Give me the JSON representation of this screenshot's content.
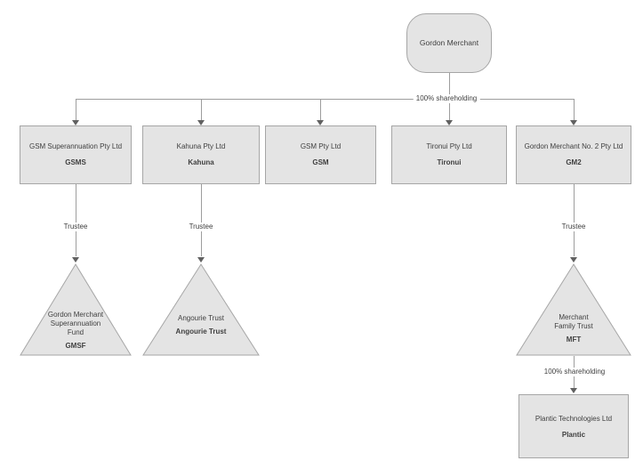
{
  "diagram": {
    "root": {
      "label": "Gordon Merchant"
    },
    "connectors": {
      "shareholding_top": "100% shareholding",
      "shareholding_bottom": "100% shareholding",
      "trustee_1": "Trustee",
      "trustee_2": "Trustee",
      "trustee_3": "Trustee"
    },
    "companies": [
      {
        "name": "GSM Superannuation Pty Ltd",
        "abbr": "GSMS"
      },
      {
        "name": "Kahuna Pty Ltd",
        "abbr": "Kahuna"
      },
      {
        "name": "GSM Pty Ltd",
        "abbr": "GSM"
      },
      {
        "name": "Tironui Pty Ltd",
        "abbr": "Tironui"
      },
      {
        "name": "Gordon Merchant No. 2 Pty Ltd",
        "abbr": "GM2"
      }
    ],
    "trusts": [
      {
        "line1": "Gordon Merchant",
        "line2": "Superannuation",
        "line3": "Fund",
        "abbr": "GMSF"
      },
      {
        "line1": "Angourie Trust",
        "abbr": "Angourie Trust"
      },
      {
        "line1": "Merchant",
        "line2": "Family Trust",
        "abbr": "MFT"
      }
    ],
    "subsidiary": {
      "name": "Plantic Technologies Ltd",
      "abbr": "Plantic"
    },
    "colors": {
      "shape_fill": "#e4e4e4",
      "shape_border": "#a6a6a6",
      "connector_line": "#9d9d9d",
      "arrowhead": "#616161",
      "text": "#3f3f3f",
      "background": "#ffffff"
    }
  }
}
